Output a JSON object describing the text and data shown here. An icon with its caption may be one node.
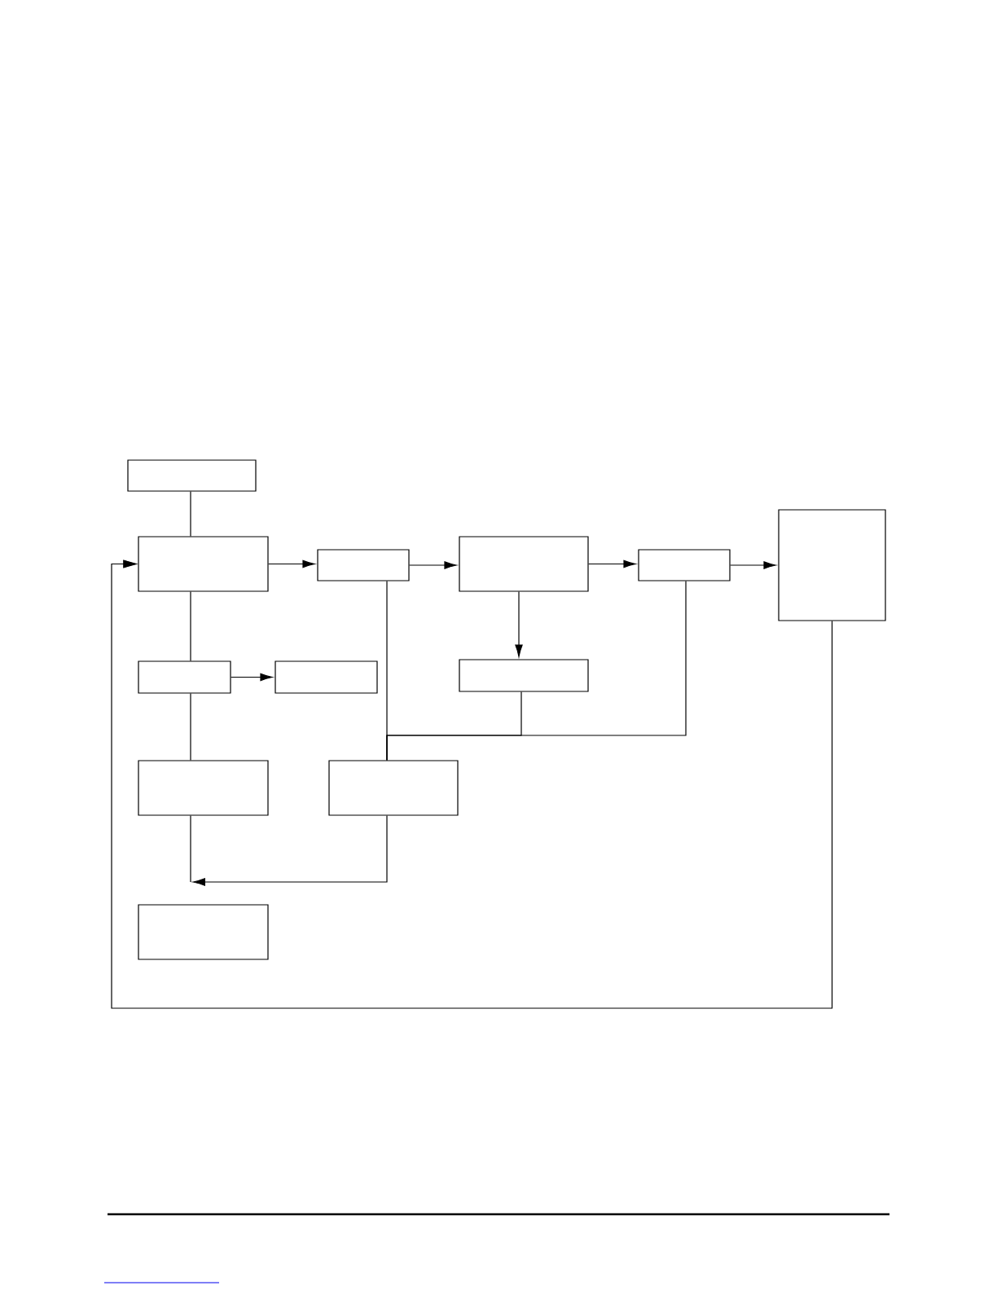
{
  "diagram": {
    "nodes": [
      {
        "text": [],
        "shape": "box"
      },
      {
        "text": [],
        "shape": "box"
      },
      {
        "text": [],
        "shape": "box"
      },
      {
        "text": [],
        "shape": "box"
      },
      {
        "text": [],
        "shape": "box"
      },
      {
        "text": [],
        "shape": "box"
      },
      {
        "text": [],
        "shape": "box"
      },
      {
        "text": [],
        "shape": "box"
      },
      {
        "text": [],
        "shape": "box"
      },
      {
        "text": [],
        "shape": "box"
      },
      {
        "text": [],
        "shape": "box"
      },
      {
        "text": [],
        "shape": "box"
      }
    ],
    "edges": [
      {
        "from": 0,
        "to": 1,
        "arrow": "none"
      },
      {
        "from": 1,
        "to": 2,
        "arrow": "to"
      },
      {
        "from": 2,
        "to": 3,
        "arrow": "to"
      },
      {
        "from": 3,
        "to": 4,
        "arrow": "to"
      },
      {
        "from": 4,
        "to": 5,
        "arrow": "to"
      },
      {
        "from": 5,
        "to": 1,
        "arrow": "to"
      },
      {
        "from": 1,
        "to": 6,
        "arrow": "none"
      },
      {
        "from": 6,
        "to": 7,
        "arrow": "to"
      },
      {
        "from": 3,
        "to": 8,
        "arrow": "to"
      },
      {
        "from": 6,
        "to": 9,
        "arrow": "none"
      },
      {
        "from": 2,
        "to": 10,
        "arrow": "none"
      },
      {
        "from": 8,
        "to": 10,
        "arrow": "none"
      },
      {
        "from": 4,
        "to": 10,
        "arrow": "none"
      },
      {
        "from": 10,
        "to": null,
        "arrow": "to"
      },
      {
        "from": 9,
        "to": null,
        "arrow": "none"
      }
    ]
  }
}
